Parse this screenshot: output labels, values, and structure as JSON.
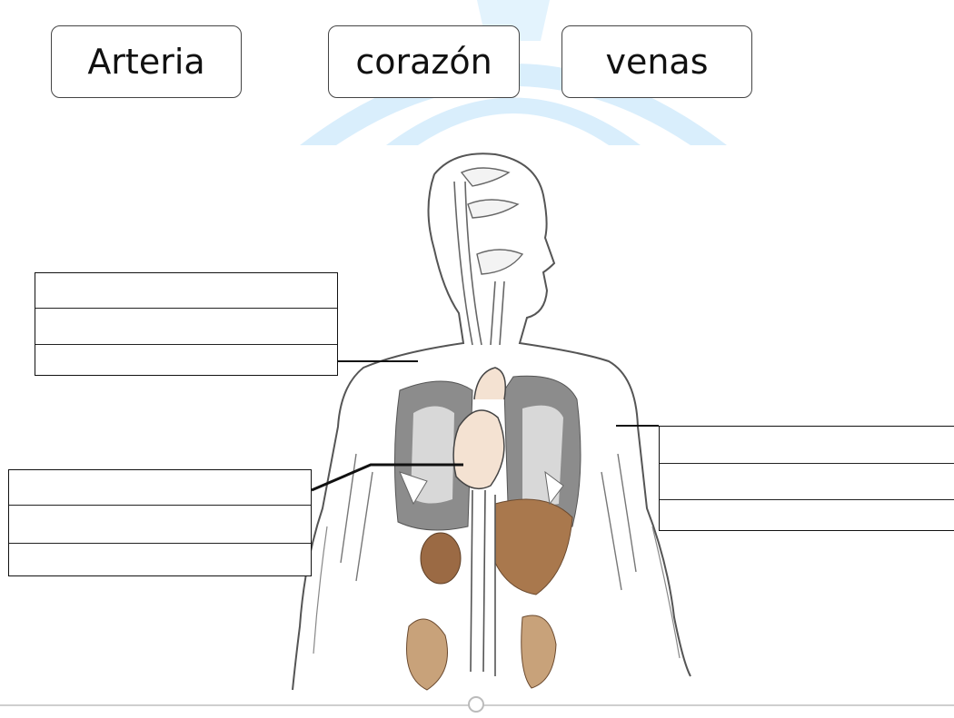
{
  "word_bank": [
    {
      "label": "Arteria"
    },
    {
      "label": "corazón"
    },
    {
      "label": "venas"
    }
  ],
  "answer_boxes": [
    {
      "value": "",
      "placeholder": ""
    },
    {
      "value": "",
      "placeholder": ""
    },
    {
      "value": "",
      "placeholder": ""
    }
  ],
  "colors": {
    "watermark": "#d9eefc",
    "lung": "#8c8c8c",
    "organ_brown": "#a9784d",
    "heart": "#f4e2d2",
    "kidney": "#9b6a44"
  },
  "icons": {
    "slider_handle": "circle-handle"
  }
}
